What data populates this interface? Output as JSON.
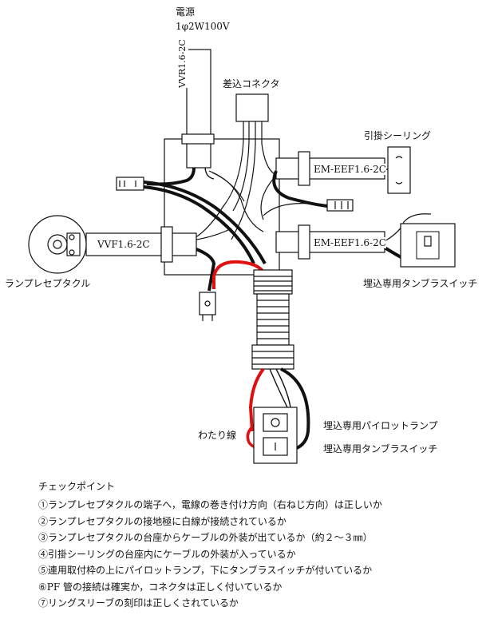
{
  "labels": {
    "power_title": "電源",
    "power_spec": "1φ2W100V",
    "vvr_cable": "VVR1.6-2C",
    "connector": "差込コネクタ",
    "ceiling_rosette": "引掛シーリング",
    "em_eef_top": "EM-EEF1.6-2C",
    "em_eef_bottom": "EM-EEF1.6-2C",
    "vvf_cable": "VVF1.6-2C",
    "lamp_receptacle": "ランプレセプタクル",
    "embedded_switch_right": "埋込専用タンブラスイッチ",
    "jumper_wire": "わたり線",
    "pilot_lamp": "埋込専用パイロットランプ",
    "embedded_switch_bottom": "埋込専用タンブラスイッチ"
  },
  "checklist": {
    "title": "チェックポイント",
    "items": [
      "①ランプレセプタクルの端子へ，電線の巻き付け方向（右ねじ方向）は正しいか",
      "②ランプレセプタクルの接地極に白線が接続されているか",
      "③ランプレセプタクルの台座からケーブルの外装が出ているか（約２～３㎜）",
      "④引掛シーリングの台座内にケーブルの外装が入っているか",
      "⑤連用取付枠の上にパイロットランプ，下にタンブラスイッチが付いているか",
      "⑥PF 管の接続は確実か，コネクタは正しく付いているか",
      "⑦リングスリーブの刻印は正しくされているか"
    ]
  },
  "colors": {
    "line": "#111111",
    "red_wire": "#e01010",
    "background": "#ffffff"
  }
}
